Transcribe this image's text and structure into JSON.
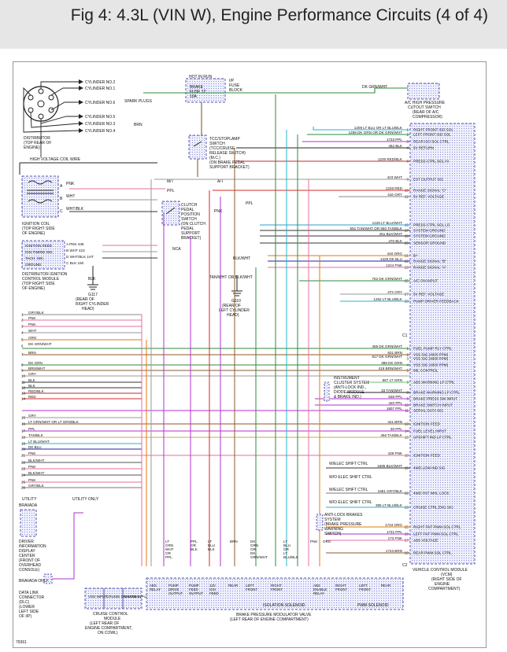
{
  "header": {
    "title": "Fig 4: 4.3L (VIN W), Engine Performance Circuits (4 of 4)"
  },
  "diagram_id": "79361",
  "components": {
    "distributor": {
      "cylinders": [
        "CYLINDER NO.2",
        "CYLINDER NO.1",
        "CYLINDER NO.6",
        "CYLINDER NO.5",
        "CYLINDER NO.3",
        "CYLINDER NO.4"
      ],
      "spark_plugs": "SPARK PLUGS",
      "label": "DISTRIBUTOR (TOP REAR OF ENGINE)",
      "coil_wire": "HIGH VOLTAGE COIL WIRE"
    },
    "ignition_coil": {
      "label": "IGNITION COIL (TOP RIGHT SIDE OF ENGINE)",
      "pins": [
        "A",
        "B",
        "C"
      ],
      "wires": [
        "PNK",
        "WHT",
        "WHT/BLK"
      ]
    },
    "icm": {
      "label": "DISTRIBUTOR IGNITION CONTROL MODULE (TOP RIGHT SIDE OF ENGINE)",
      "lines": [
        "IGNITION FEED",
        "IGN TIMING SIG.",
        "TACH. SIG.",
        "GROUND"
      ],
      "pins": [
        "A PNK 439",
        "B WHT 423",
        "D WHT/BLK 1HT",
        "C BLK 150"
      ],
      "ground": "G117 (REAR OF RIGHT CYLINDER HEAD)"
    },
    "fuse_block": {
      "title": "HOT IN RUN",
      "fuse": "BRAKE FUSE 12 10A",
      "label": "I/P FUSE BLOCK"
    },
    "brake_switch": {
      "label": "TCC/STOPLAMP SWITCH (TCC/CRUISE RELEASE SWITCH) (M.C.) (ON BRAKE PEDAL SUPPORT BRACKET)"
    },
    "clutch_switch": {
      "label": "CLUTCH PEDAL POSITION SWITCH (ON CLUTCH PEDAL SUPPORT BRACKET)",
      "mt": "M/T",
      "at": "A/T",
      "nca": "NCA"
    },
    "ac_switch": {
      "label": "A/C HIGH PRESSURE CUTOUT SWITCH (REAR OF A/C COMPRESSOR)",
      "wire": "DK GRN/WHT"
    },
    "ground_g110": "G110 (REAR OF LEFT CYLINDER HEAD)",
    "vcm": {
      "label": "VEHICLE CONTROL MODULE (VCM) (RIGHT SIDE OF ENGINE COMPARTMENT)"
    },
    "driver_display": {
      "label": "DRIVER INFORMATION DISPLAY CENTER (FRONT OF OVERHEAD CONSOLE)",
      "bravada": "BRAVADA",
      "utility": "UTILITY"
    },
    "dlc": {
      "label": "DATA LINK CONNECTOR (DLC) (LOWER LEFT SIDE OF I/P)",
      "note": "BRAVADA ONLY",
      "utility": "UTILITY ONLY"
    },
    "cruise_module": {
      "label": "CRUISE CONTROL MODULE (LEFT REAR OF ENGINE COMPARTMENT, ON COWL)",
      "pins": [
        "VSS INPUT",
        "CRUISE ON SIGNAL",
        "BRAKE INPUT"
      ]
    },
    "ebcm": {
      "label": "BRAKE PRESSURE MODULATOR VALVE (LEFT REAR OF ENGINE COMPARTMENT)",
      "sections": [
        "ABS RELAY",
        "PUMP DRIVE OUTPUT",
        "PUMP FEED OUTPUT",
        "12V IGN FEED",
        "REAR",
        "LEFT FRONT",
        "RIGHT FRONT",
        "ABS ENABLE RELAY",
        "RIGHT FRONT",
        "LEFT FRONT",
        "REAR"
      ],
      "isolation": "ISOLATION SOLENOID",
      "pwm": "PWM SOLENOID"
    },
    "cluster": "INSTRUMENT CLUSTER SYSTEM (ANTI-LOCK IND., DIODE MODULE & BRAKE IND.)",
    "antilock_warning": "ANTI-LOCK BRAKE SYSTEM (BRAKE PRESSURE WARNING SWITCH)"
  },
  "vcm_pins_c1": [
    {
      "w": "1209 LT BLU OR LT BLU/BLK",
      "pin": "1",
      "fn": "RIGHT FRONT ISO SOL"
    },
    {
      "w": "1268 DK GRN OR DK GRN/WHT",
      "pin": "2",
      "fn": "LEFT FRONT ISO SOL"
    },
    {
      "w": "1733 PPL",
      "pin": "3",
      "fn": "REAR ISO SOL CTRL"
    },
    {
      "w": "452 BLK",
      "pin": "4",
      "fn": "5V RETURN"
    },
    {
      "w": "1226 RED/BLK",
      "pin": "6",
      "fn": "PRESS CTRL SOL HI"
    },
    {
      "w": "423 WHT",
      "pin": "8",
      "fn": "EST OUTPUT SIG"
    },
    {
      "w": "1226 RED",
      "pin": "10",
      "fn": "RANGE SIGNAL \"C\""
    },
    {
      "w": "416 GRY",
      "pin": "12",
      "fn": "5V REF. VOLTAGE"
    },
    {
      "w": "1229 LT BLU/WHT",
      "pin": "16",
      "fn": "PRESS CTRL SOL LO"
    },
    {
      "w": "551 TAN/WHT OR 550 TAN/BLK",
      "pin": "17",
      "fn": "SYSTEM GROUND"
    },
    {
      "w": "451 BLK/WHT",
      "pin": "18",
      "fn": "SYSTEM GROUND"
    },
    {
      "w": "470 BLK",
      "pin": "20",
      "fn": "SENSOR GROUND"
    },
    {
      "w": "440 ORG",
      "pin": "21",
      "fn": "B+"
    },
    {
      "w": "1225 DK BLU",
      "pin": "22",
      "fn": "RANGE SIGNAL \"B\""
    },
    {
      "w": "1224 PNK",
      "pin": "23",
      "fn": "RANGE SIGNAL \"A\""
    },
    {
      "w": "762 DK GRN/WHT",
      "pin": "25",
      "fn": "A/C ON INPUT"
    },
    {
      "w": "474 GRY",
      "pin": "27",
      "fn": "5V REF. VOLTAGE"
    },
    {
      "w": "1262 LT BLU/BLK",
      "pin": "28",
      "fn": "PUMP DRIVER FEEDBACK"
    }
  ],
  "vcm_pins_c2": [
    {
      "w": "465 DK GRN/WHT",
      "pin": "1",
      "fn": "FUEL PUMP RLY CTRL"
    },
    {
      "w": "831 BRN",
      "pin": "2",
      "fn": "VSS SIG (4000 PPM)"
    },
    {
      "w": "817 DK GRN/WHT",
      "pin": "3",
      "fn": "VSS SIG (4000 PPM)"
    },
    {
      "w": "389 DK GRN",
      "pin": "4",
      "fn": "VSS SIG (4000 PPM)"
    },
    {
      "w": "419 BRN/WHT",
      "pin": "5",
      "fn": "MIL CONTROL"
    },
    {
      "w": "867 LT GRN",
      "pin": "6",
      "fn": "ABS WARNING LP CTRL"
    },
    {
      "w": "33 TAN/WHT",
      "pin": "8",
      "fn": "BRAKE WARNING LP CTRL"
    },
    {
      "w": "838 PPL",
      "pin": "9",
      "fn": "BRAKE PRESS SW INPUT"
    },
    {
      "w": "420 PPL",
      "pin": "10",
      "fn": "BRAKE SWITCH INPUT"
    },
    {
      "w": "1807 PPL",
      "pin": "11",
      "fn": "SERIAL DATA SIG"
    },
    {
      "w": "441 BRN",
      "pin": "13",
      "fn": "IGNITION FEED"
    },
    {
      "w": "30 PPL",
      "pin": "14",
      "fn": "FUEL LEVEL INPUT"
    },
    {
      "w": "456 TAN/BLK",
      "pin": "15",
      "fn": "UPSHIFT IND LP CTRL"
    },
    {
      "w": "439 PNK",
      "pin": "18",
      "fn": "IGNITION FEED"
    },
    {
      "w": "1685 BLK/WHT",
      "pin": "19",
      "fn": "4WD LOW IND SIG"
    },
    {
      "w": "1681 GRY/BLK",
      "pin": "22",
      "fn": "4WD FNT WHL LOCK"
    },
    {
      "w": "395 LT BLU/BLK",
      "pin": "23",
      "fn": "CRUISE CTRL ENG SIG"
    },
    {
      "w": "1734 ORG",
      "pin": "25",
      "fn": "RIGHT FNT PWM SOL CTRL"
    },
    {
      "w": "1731 PPL",
      "pin": "26",
      "fn": "LEFT FNT PWM SOL CTRL"
    },
    {
      "w": "173 PNK",
      "pin": "27",
      "fn": "ABS VOLTAGE"
    },
    {
      "w": "1723 BRN",
      "pin": "29",
      "fn": "REAR PWM SOL CTRL"
    }
  ],
  "left_wires": [
    "GRY/BLK",
    "PNK",
    "PNK",
    "WHT",
    "ORG",
    "DK GRN/WHT",
    "BRN",
    "DK GRN",
    "BRN/WHT",
    "GRY",
    "BLK",
    "BLK",
    "RED/BLK",
    "RED",
    "GRY",
    "LT GRN/WHT OR LT GRN/BLK",
    "PPL",
    "TAN/BLK",
    "LT BLU/WHT",
    "DK BLU",
    "PNK",
    "BLK/WHT",
    "PNK",
    "BLK/WHT",
    "PNK",
    "GRY/BLK"
  ],
  "left_wire_numbers": [
    "1",
    "2",
    "3",
    "4",
    "5",
    "6",
    "7",
    "8",
    "9",
    "10",
    "11",
    "12",
    "13",
    "14",
    "15",
    "16",
    "17",
    "18",
    "19",
    "20",
    "21",
    "22",
    "23",
    "24",
    "25",
    "26"
  ],
  "shift_labels": [
    "W/ELEC SHIFT CTRL",
    "W/O ELEC SHIFT CTRL",
    "W/ELEC SHIFT CTRL",
    "W/O ELEC SHIFT CTRL"
  ],
  "bottom_wire_labels": [
    "LT GRN WHT OR PPL",
    "PPL OR BLK",
    "LT BLU BLK",
    "BRN",
    "DK GRN OR DK GRN/WHT",
    "LT BLU OR LT BLU/BLK",
    "PNK",
    "ORG"
  ],
  "misc": {
    "brn": "BRN",
    "ppl": "PPL",
    "pnk": "PNK",
    "blk_wht": "BLK/WHT",
    "tan_wht": "TAN/WHT OR BLK/WHT",
    "c1": "C1",
    "c2": "C2"
  }
}
